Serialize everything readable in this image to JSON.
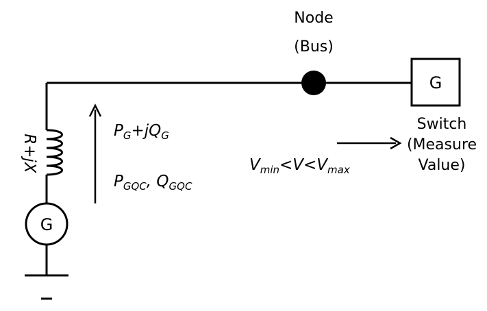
{
  "node": {
    "label_line1": "Node",
    "label_line2": "(Bus)"
  },
  "switch": {
    "box_label": "G",
    "line1": "Switch",
    "line2": "(Measure",
    "line3": "Value)"
  },
  "impedance": {
    "label": "R+jX"
  },
  "generator": {
    "label": "G"
  },
  "power": {
    "p_main": "P",
    "p_sub": "G",
    "mid": "+jQ",
    "q_sub": "G"
  },
  "limits": {
    "p_main": "P",
    "p_sub": "GQC",
    "mid": ", Q",
    "q_sub": "GQC"
  },
  "voltage": {
    "v1": "V",
    "min_sub": "min",
    "middle": "<V<V",
    "max_sub": "max"
  }
}
